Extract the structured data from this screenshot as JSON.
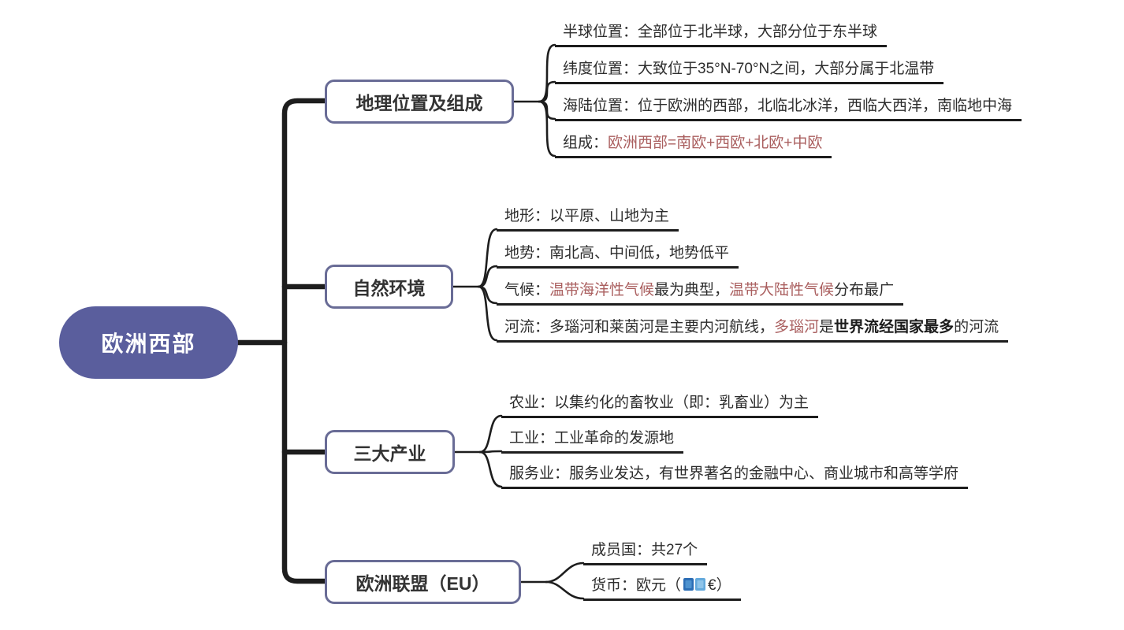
{
  "root": {
    "label": "欧洲西部"
  },
  "colors": {
    "root_fill": "#5a5e9d",
    "branch_border": "#696c96",
    "line": "#1d1d1d",
    "text": "#2d2d2d",
    "accent_red": "#aa5f5f",
    "banknote_dark_blue": "#2b6db5",
    "banknote_light_blue": "#63a9dc"
  },
  "icons": {
    "currency_icon": "euro-banknote-icon"
  },
  "branches": [
    {
      "label": "地理位置及组成",
      "leaves": [
        {
          "segments": [
            {
              "text": "半球位置：全部位于北半球，大部分位于东半球"
            }
          ]
        },
        {
          "segments": [
            {
              "text": "纬度位置：大致位于35°N-70°N之间，大部分属于北温带"
            }
          ]
        },
        {
          "segments": [
            {
              "text": "海陆位置：位于欧洲的西部，北临北冰洋，西临大西洋，南临地中海"
            }
          ]
        },
        {
          "segments": [
            {
              "text": "组成："
            },
            {
              "text": "欧洲西部=南欧+西欧+北欧+中欧",
              "style": "red"
            }
          ]
        }
      ]
    },
    {
      "label": "自然环境",
      "leaves": [
        {
          "segments": [
            {
              "text": "地形：以平原、山地为主"
            }
          ]
        },
        {
          "segments": [
            {
              "text": "地势：南北高、中间低，地势低平"
            }
          ]
        },
        {
          "segments": [
            {
              "text": "气候："
            },
            {
              "text": "温带海洋性气候",
              "style": "red"
            },
            {
              "text": "最为典型，"
            },
            {
              "text": "温带大陆性气候",
              "style": "red"
            },
            {
              "text": "分布最广"
            }
          ]
        },
        {
          "segments": [
            {
              "text": "河流：多瑙河和莱茵河是主要内河航线，"
            },
            {
              "text": "多瑙河",
              "style": "red"
            },
            {
              "text": "是"
            },
            {
              "text": "世界流经国家最多",
              "style": "bold"
            },
            {
              "text": "的河流"
            }
          ]
        }
      ]
    },
    {
      "label": "三大产业",
      "leaves": [
        {
          "segments": [
            {
              "text": "农业：以集约化的畜牧业（即：乳畜业）为主"
            }
          ]
        },
        {
          "segments": [
            {
              "text": "工业：工业革命的发源地"
            }
          ]
        },
        {
          "segments": [
            {
              "text": "服务业：服务业发达，有世界著名的金融中心、商业城市和高等学府"
            }
          ]
        }
      ]
    },
    {
      "label": "欧洲联盟（EU）",
      "leaves": [
        {
          "segments": [
            {
              "text": "成员国：共27个"
            }
          ]
        },
        {
          "segments": [
            {
              "text": "货币：欧元（"
            },
            {
              "text": "€）"
            }
          ]
        }
      ]
    }
  ]
}
